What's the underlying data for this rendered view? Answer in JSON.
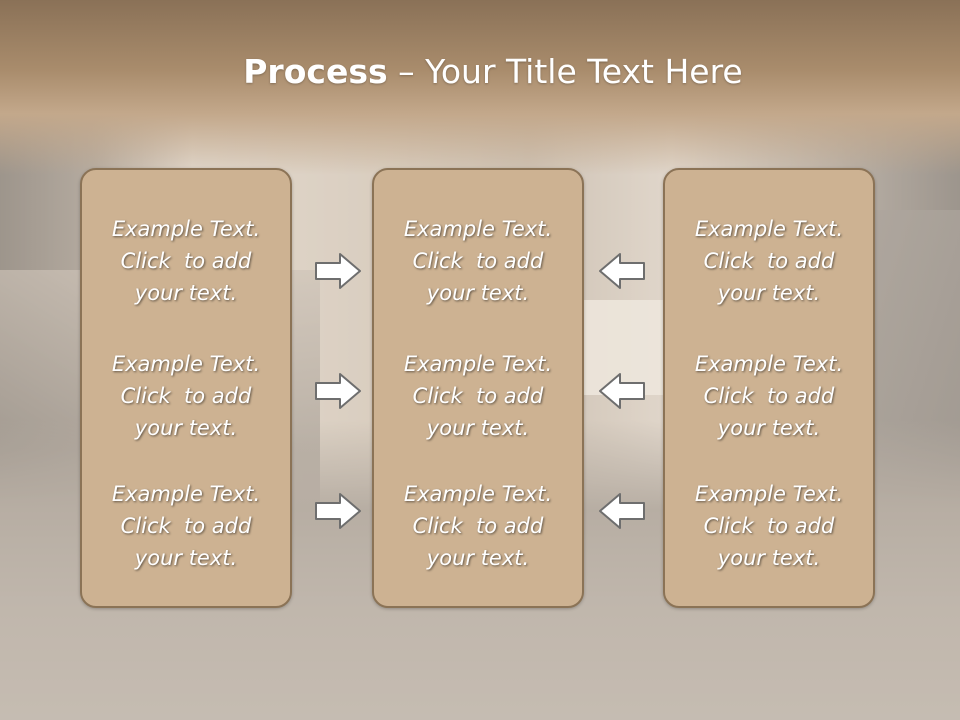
{
  "slide": {
    "title_bold": "Process",
    "title_rest": " – Your Title Text Here"
  },
  "columns": [
    {
      "name": "left",
      "items": [
        {
          "line1": "Example Text.",
          "line2": "Click  to add",
          "line3": "your text."
        },
        {
          "line1": "Example Text.",
          "line2": "Click  to add",
          "line3": "your text."
        },
        {
          "line1": "Example Text.",
          "line2": "Click  to add",
          "line3": "your text."
        }
      ]
    },
    {
      "name": "center",
      "items": [
        {
          "line1": "Example Text.",
          "line2": "Click  to add",
          "line3": "your text."
        },
        {
          "line1": "Example Text.",
          "line2": "Click  to add",
          "line3": "your text."
        },
        {
          "line1": "Example Text.",
          "line2": "Click  to add",
          "line3": "your text."
        }
      ]
    },
    {
      "name": "right",
      "items": [
        {
          "line1": "Example Text.",
          "line2": "Click  to add",
          "line3": "your text."
        },
        {
          "line1": "Example Text.",
          "line2": "Click  to add",
          "line3": "your text."
        },
        {
          "line1": "Example Text.",
          "line2": "Click  to add",
          "line3": "your text."
        }
      ]
    }
  ],
  "arrows": {
    "left_group": "arrow-right-icon",
    "right_group": "arrow-left-icon"
  },
  "colors": {
    "box_fill": "#cdb292",
    "box_border": "#8b7356",
    "title_band": "#a98c6c",
    "text": "#ffffff"
  }
}
